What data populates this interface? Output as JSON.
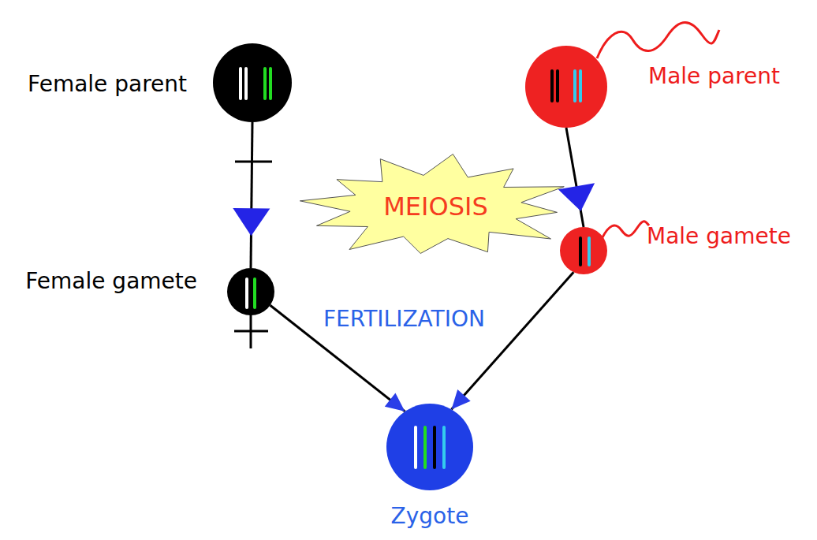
{
  "diagram": {
    "nodes": [
      {
        "text": [
          "Female parent"
        ]
      },
      {
        "text": [
          "Male parent"
        ]
      },
      {
        "text": [
          "MEIOSIS"
        ]
      },
      {
        "text": [
          "Female gamete"
        ]
      },
      {
        "text": [
          "Male gamete"
        ]
      },
      {
        "text": [
          "Zygote"
        ]
      }
    ],
    "edges": [
      {
        "from": 0,
        "to": 3,
        "arrow": "to"
      },
      {
        "from": 1,
        "to": 4,
        "arrow": "to"
      },
      {
        "from": 3,
        "to": 5,
        "arrow": "to"
      },
      {
        "from": 4,
        "to": 5,
        "arrow": "to"
      }
    ],
    "labels": [
      "FERTILIZATION"
    ]
  }
}
